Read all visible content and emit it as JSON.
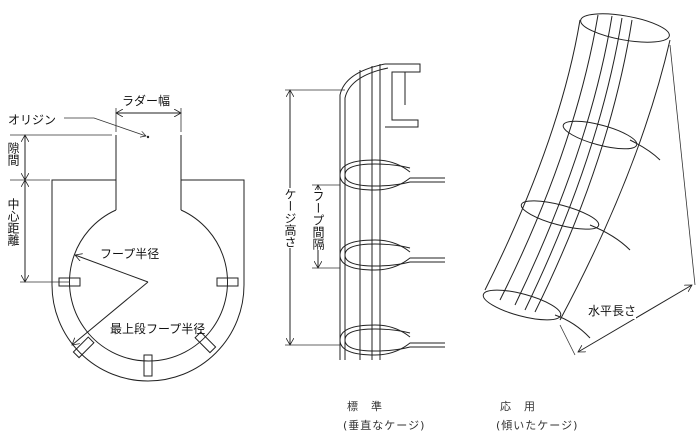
{
  "left_diagram": {
    "ladder_width": "ラダー幅",
    "origin": "オリジン",
    "clearance": "隙間",
    "center_distance": "中心距離",
    "hoop_radius": "フープ半径",
    "top_hoop_radius": "最上段フープ半径"
  },
  "middle_diagram": {
    "cage_height": "ケージ高さ",
    "hoop_spacing": "フープ間隔",
    "caption_title": "標　準",
    "caption_sub": "(垂直なケージ)"
  },
  "right_diagram": {
    "horizontal_length": "水平長さ",
    "caption_title": "応　用",
    "caption_sub": "(傾いたケージ)"
  }
}
